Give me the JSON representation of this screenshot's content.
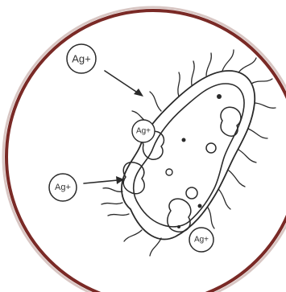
{
  "ions": {
    "top_left": "Ag+",
    "membrane_top": "Ag+",
    "left": "Ag+",
    "bottom": "Ag+"
  },
  "colors": {
    "frame_ring": "#7a2a26",
    "frame_outer": "#c9b3b0",
    "line_ink": "#2a2a2a",
    "background": "#ffffff"
  }
}
